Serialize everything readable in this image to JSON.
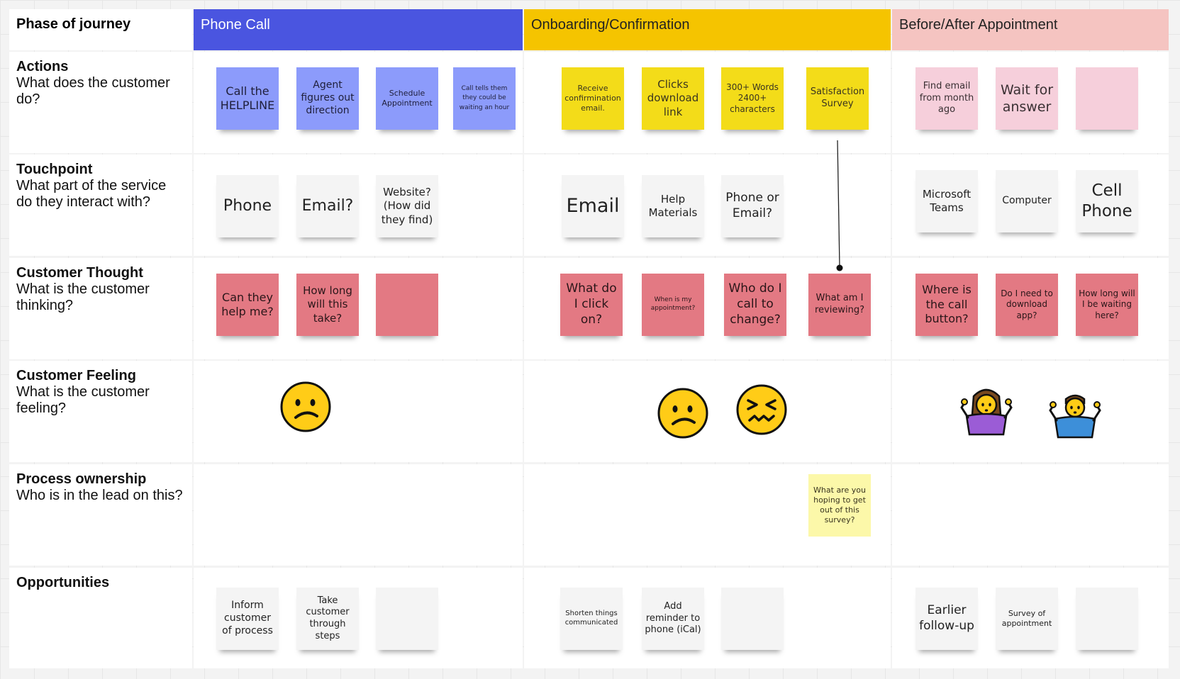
{
  "header": {
    "corner_label": "Phase of journey",
    "phases": [
      {
        "label": "Phone Call",
        "color": "#4a55e0",
        "text_color": "#ffffff"
      },
      {
        "label": "Onboarding/Confirmation",
        "color": "#f5c400",
        "text_color": "#222222"
      },
      {
        "label": "Before/After Appointment",
        "color": "#f5c4c1",
        "text_color": "#222222"
      }
    ]
  },
  "rows": [
    {
      "title": "Actions",
      "subtitle": "What does the customer do?"
    },
    {
      "title": "Touchpoint",
      "subtitle": "What part of the service do they interact with?"
    },
    {
      "title": "Customer Thought",
      "subtitle": "What is the customer thinking?"
    },
    {
      "title": "Customer Feeling",
      "subtitle": "What is the customer feeling?"
    },
    {
      "title": "Process ownership",
      "subtitle": "Who is in the lead on this?"
    },
    {
      "title": "Opportunities",
      "subtitle": ""
    }
  ],
  "notes": {
    "actions": [
      "Call the HELPLINE",
      "Agent figures out direction",
      "Schedule Appointment",
      "Call tells them they could be waiting an hour",
      "Receive confirmination email.",
      "Clicks download link",
      "300+ Words 2400+ characters",
      "Satisfaction Survey",
      "Find email from month ago",
      "Wait for answer",
      ""
    ],
    "touchpoint": [
      "Phone",
      "Email?",
      "Website? (How did they find)",
      "Email",
      "Help Materials",
      "Phone or Email?",
      "Microsoft Teams",
      "Computer",
      "Cell Phone"
    ],
    "thought": [
      "Can they help me?",
      "How long will this take?",
      "",
      "What do I click on?",
      "When is my appointment?",
      "Who do I call to change?",
      "What am I reviewing?",
      "Where is the call button?",
      "Do I need to download app?",
      "How long will I be waiting here?"
    ],
    "ownership": [
      "What are you hoping to get out of this survey?"
    ],
    "opportunities": [
      "Inform customer of process",
      "Take customer through steps",
      "",
      "Shorten things communicated",
      "Add reminder to phone (iCal)",
      "",
      "Earlier follow-up",
      "Survey of appointment",
      ""
    ]
  },
  "feelings": [
    {
      "phase": "Phone Call",
      "icon": "confused-face-icon"
    },
    {
      "phase": "Onboarding/Confirmation",
      "icon": "confused-face-icon"
    },
    {
      "phase": "Onboarding/Confirmation",
      "icon": "confounded-face-icon"
    },
    {
      "phase": "Before/After Appointment",
      "icon": "woman-shrugging-icon"
    },
    {
      "phase": "Before/After Appointment",
      "icon": "man-shrugging-icon"
    }
  ],
  "colors": {
    "action_blue": "#8c9bfb",
    "action_yellow": "#f3dc19",
    "action_pink": "#f6cfdb",
    "touchpoint_white": "#f4f4f4",
    "thought_red": "#e37983",
    "ownership_yellow": "#fcf8a9"
  }
}
